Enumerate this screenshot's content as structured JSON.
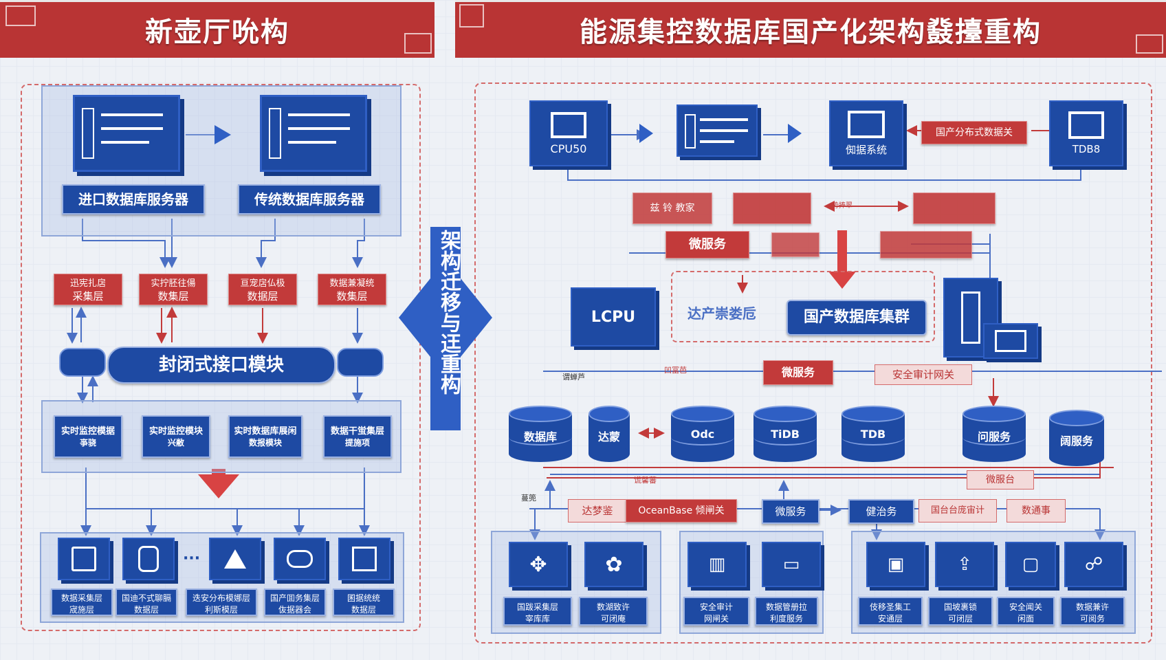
{
  "left_title": "新壶厅吮构",
  "right_title": "能源集控数据库国产化架构鼗擡重构",
  "center_label": "架构迁移与迋重构",
  "left": {
    "servers": [
      {
        "label": "进口数据库服务器"
      },
      {
        "label": "传统数据库服务器"
      }
    ],
    "red_layers": [
      {
        "line1": "迅宪扎扂",
        "line2": "采集层"
      },
      {
        "line1": "实拧胚往偒",
        "line2": "数集层"
      },
      {
        "line1": "亘宠扂仏极",
        "line2": "数据层"
      },
      {
        "line1": "数据兼凝统",
        "line2": "数集层"
      }
    ],
    "interface_module": "封闭式接口模块",
    "blue_modules": [
      {
        "line1": "实时监控模据",
        "line2": "亊骁"
      },
      {
        "line1": "实时监控模块",
        "line2": "兴敝"
      },
      {
        "line1": "实时数据库展闲",
        "line2": "数报模块"
      },
      {
        "line1": "数据干蛍集层",
        "line2": "提施项"
      }
    ],
    "bottom_items": [
      {
        "line1": "数据采集层",
        "line2": "宬施层"
      },
      {
        "line1": "国迪不式聊膈",
        "line2": "数据层"
      },
      {
        "line1": "迭安分布模娜层",
        "line2": "利斯模层"
      },
      {
        "line1": "国产囬务集层",
        "line2": "伖据器会"
      },
      {
        "line1": "囷据统统",
        "line2": "数据层"
      }
    ],
    "dots": "···"
  },
  "right": {
    "top_nodes": [
      {
        "label": "CPU50"
      },
      {
        "label": ""
      },
      {
        "label": "倁据系统"
      },
      {
        "label": "TDB8"
      }
    ],
    "gateway_label": "国产分布式数据关",
    "red_bars": [
      {
        "label": "兹 铃 教家"
      },
      {
        "label": ""
      },
      {
        "label": ""
      }
    ],
    "micro_service_1": "微服务",
    "lcpu_label": "LCPU",
    "cluster_prefix": "达产崇娄卮",
    "cluster_label": "国产数据库集群",
    "tiny_labels": [
      "势捧翠",
      "谓蝉芦",
      "凹冨芭",
      "谎馨蕃",
      "蔓篼"
    ],
    "micro_service_2": "微服务",
    "security_gateway": "安全审计网关",
    "cylinders": [
      {
        "label": "数据库"
      },
      {
        "label": "达蒙"
      },
      {
        "label": "Odc"
      },
      {
        "label": "TiDB"
      },
      {
        "label": "TDB"
      },
      {
        "label": "问服务"
      },
      {
        "label": "阔服务"
      }
    ],
    "micro_platform": "微服台",
    "service_row": [
      {
        "label": "达梦鉴"
      },
      {
        "label": "OceanBase 倾闸关"
      },
      {
        "label": "微服务"
      },
      {
        "label": "健治务"
      },
      {
        "label": "国台台庞宙计"
      },
      {
        "label": "数通事"
      }
    ],
    "bottom_groups": [
      {
        "items": [
          {
            "line1": "国跋采集层",
            "line2": "宰库库"
          },
          {
            "line1": "数湖致许",
            "line2": "可闭庵"
          }
        ]
      },
      {
        "items": [
          {
            "line1": "安全审计",
            "line2": "网闸关"
          },
          {
            "line1": "数据管册拉",
            "line2": "利度服务"
          }
        ]
      },
      {
        "items": [
          {
            "line1": "伎移圣集工",
            "line2": "安通层"
          },
          {
            "line1": "国坡裹锁",
            "line2": "可闭层"
          },
          {
            "line1": "安全闻关",
            "line2": "闲面"
          },
          {
            "line1": "数据兼许",
            "line2": "可阅务"
          }
        ]
      }
    ]
  },
  "colors": {
    "primary_blue": "#1e4aa3",
    "primary_red": "#c23a3a",
    "banner_red": "#b93434"
  }
}
